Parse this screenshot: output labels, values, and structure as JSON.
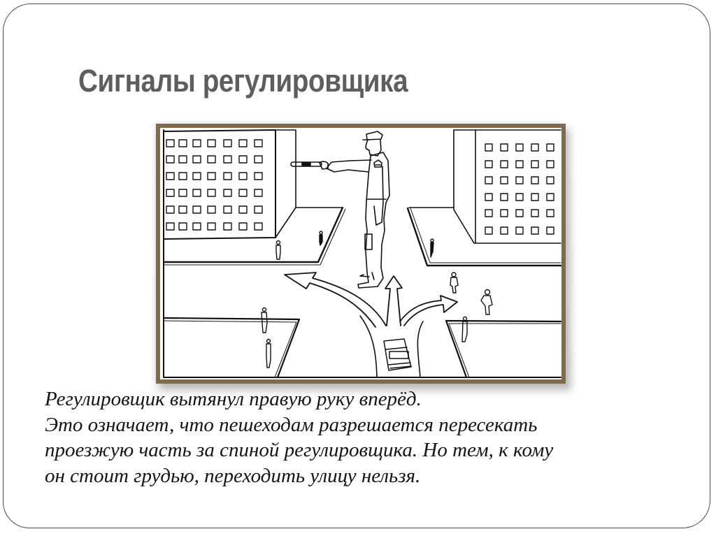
{
  "slide": {
    "title": "Сигналы регулировщика",
    "image": {
      "alt": "Регулировщик с вытянутой вперёд правой рукой на перекрёстке, стрелки разрешённых направлений движения, пешеходы и автомобиль",
      "frame_color": "#7d6a4f"
    },
    "caption_lines": [
      "Регулировщик вытянул правую руку вперёд.",
      "Это означает, что пешеходам разрешается пересекать",
      "проезжую часть за спиной регулировщика. Но тем, к кому",
      "он стоит грудью, переходить улицу нельзя."
    ]
  },
  "colors": {
    "title": "#5e5e5e",
    "text": "#141414",
    "frame_border": "#4a4a4a",
    "picture_frame": "#7d6a4f"
  }
}
